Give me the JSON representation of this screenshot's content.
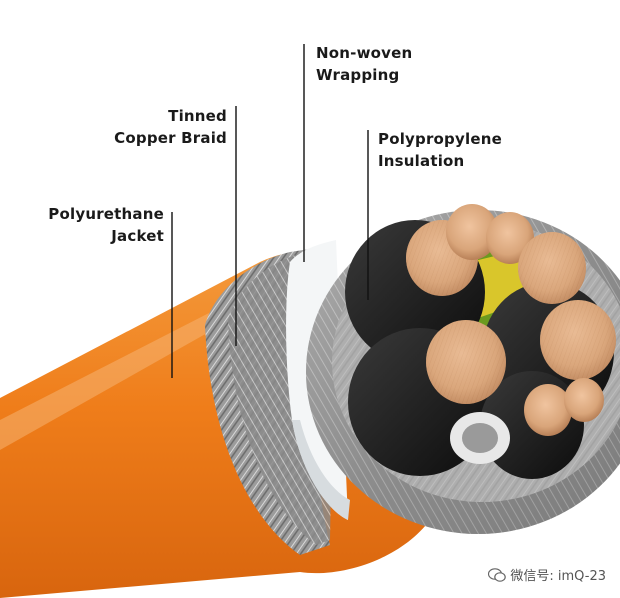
{
  "labels": {
    "jacket": [
      "Polyurethane",
      "Jacket"
    ],
    "braid": [
      "Tinned",
      "Copper Braid"
    ],
    "wrapping": [
      "Non-woven",
      "Wrapping"
    ],
    "insulation": [
      "Polypropylene",
      "Insulation"
    ]
  },
  "watermark": "微信号: imQ-23",
  "colors": {
    "jacket": "#ef7d1a",
    "braid": "#9a9a9a",
    "wrapping": "#f4f6f7",
    "insulation": "#151515",
    "copper": "#d9a57a",
    "earth_green": "#5a8a1f",
    "earth_yellow": "#d9c62b"
  }
}
